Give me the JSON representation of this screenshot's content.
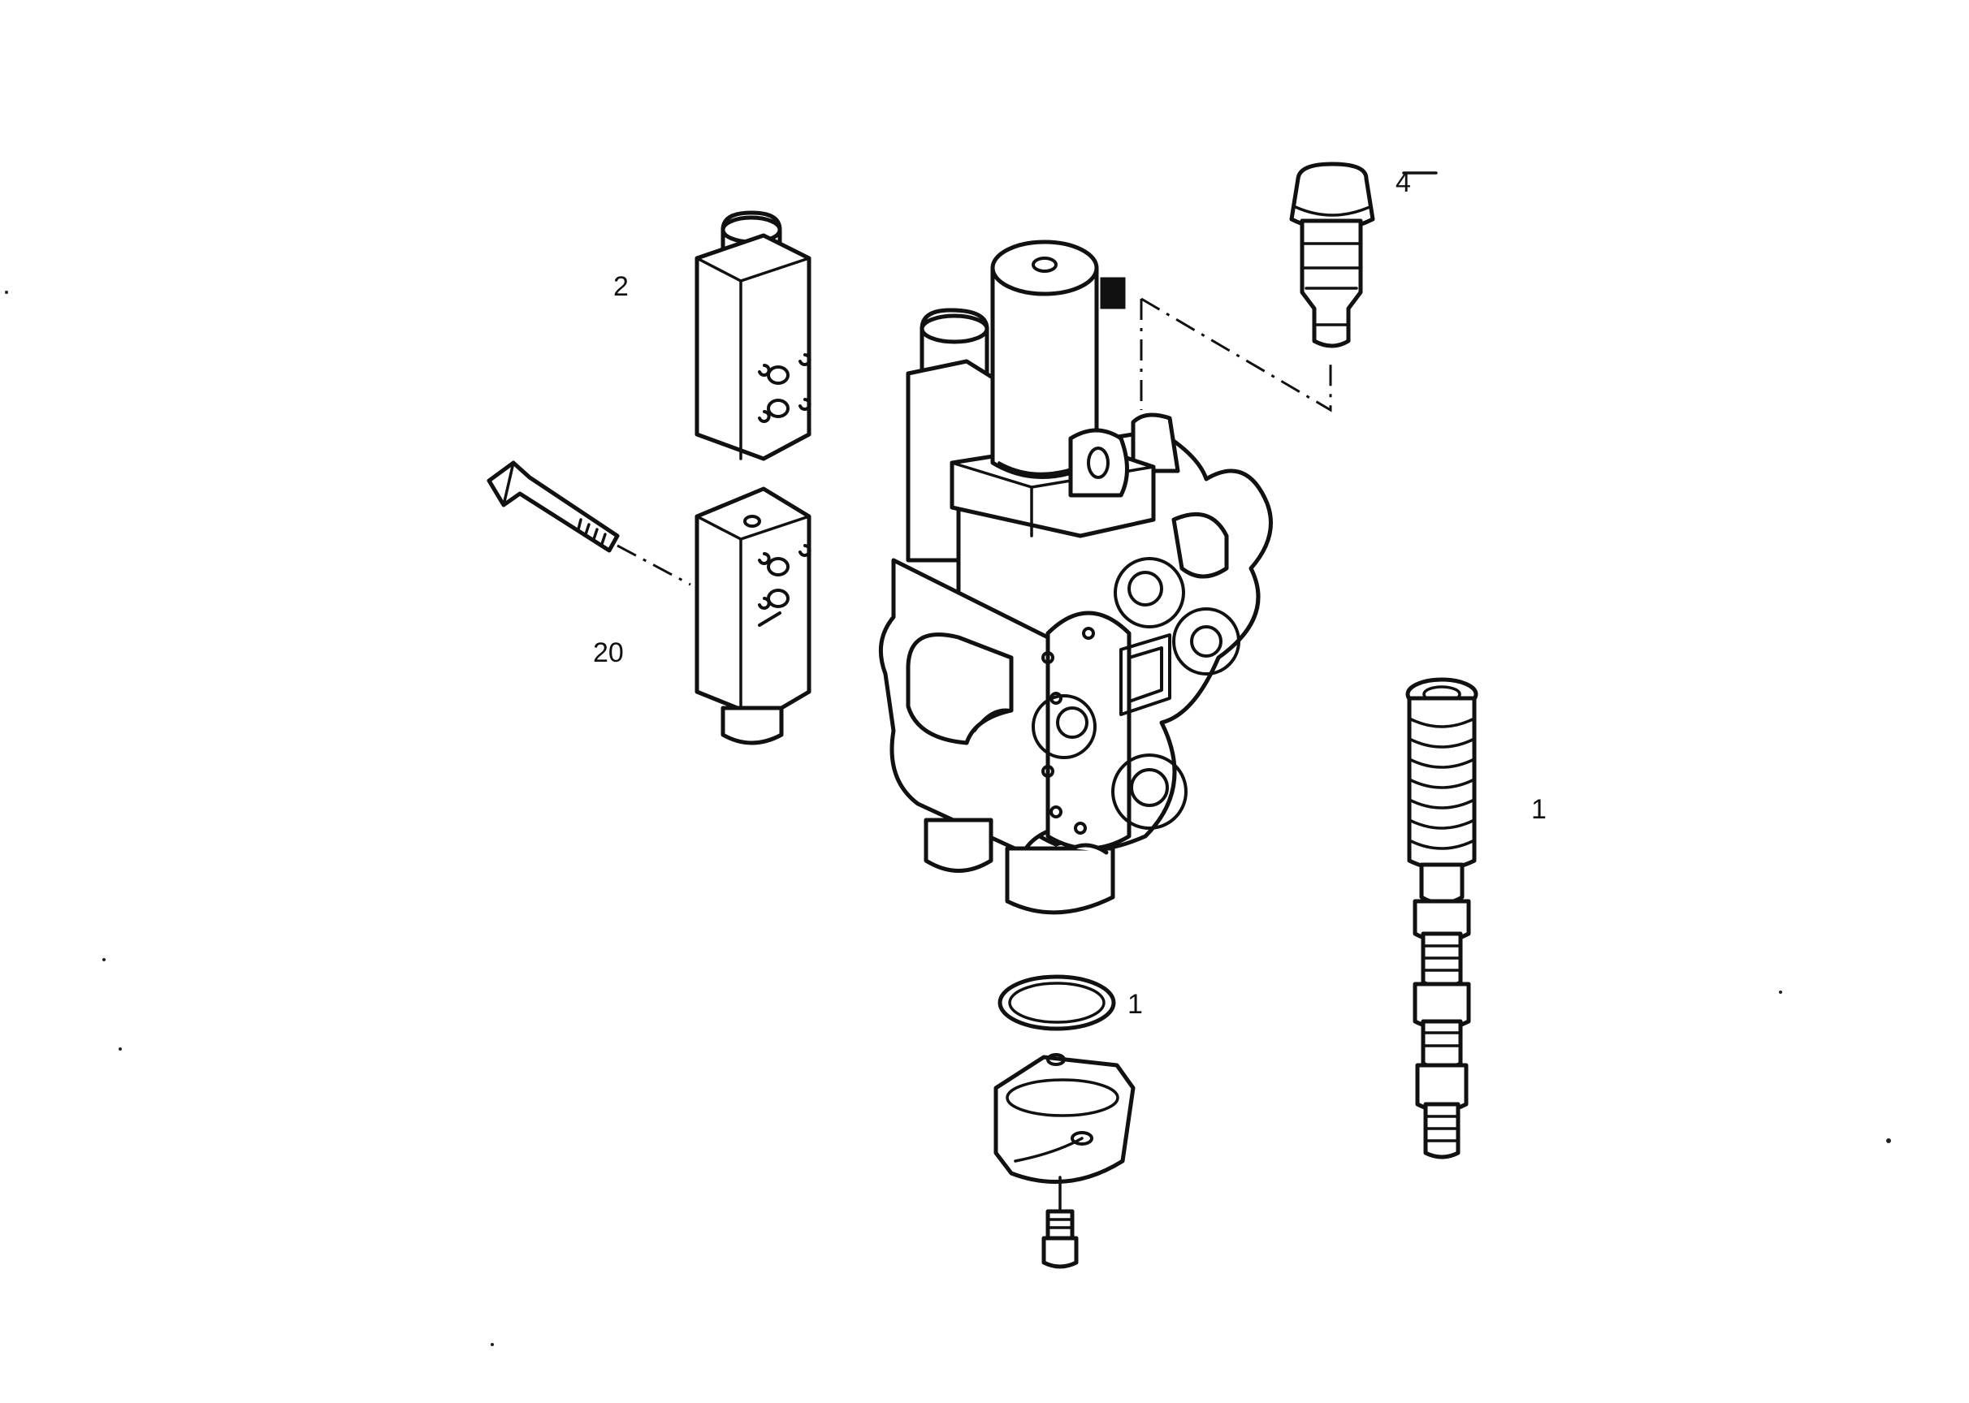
{
  "diagram": {
    "colors": {
      "line": "#111111",
      "background": "#ffffff"
    },
    "callouts": {
      "spool_valve": "1",
      "o_ring": "1",
      "block_upper": "2",
      "cartridge": "4",
      "block_lower": "20"
    }
  }
}
